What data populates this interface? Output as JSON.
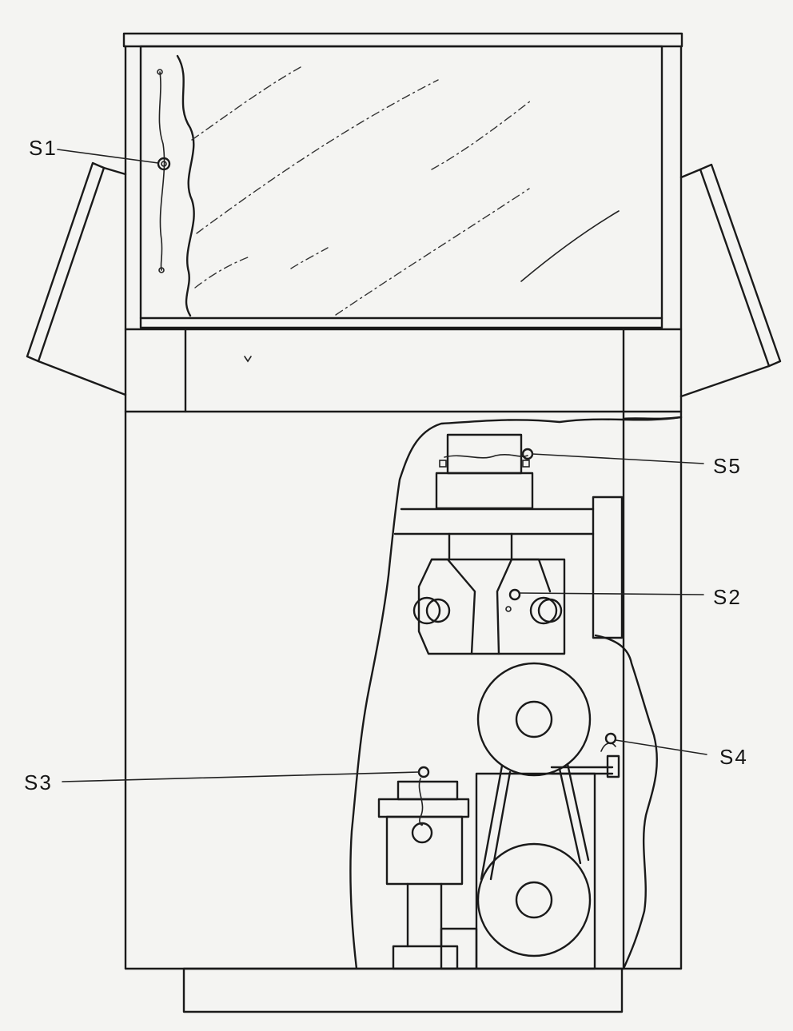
{
  "labels": {
    "s1": "S1",
    "s2": "S2",
    "s3": "S3",
    "s4": "S4",
    "s5": "S5"
  },
  "colors": {
    "paper": "#f4f4f2",
    "ink": "#1a1a1a"
  }
}
